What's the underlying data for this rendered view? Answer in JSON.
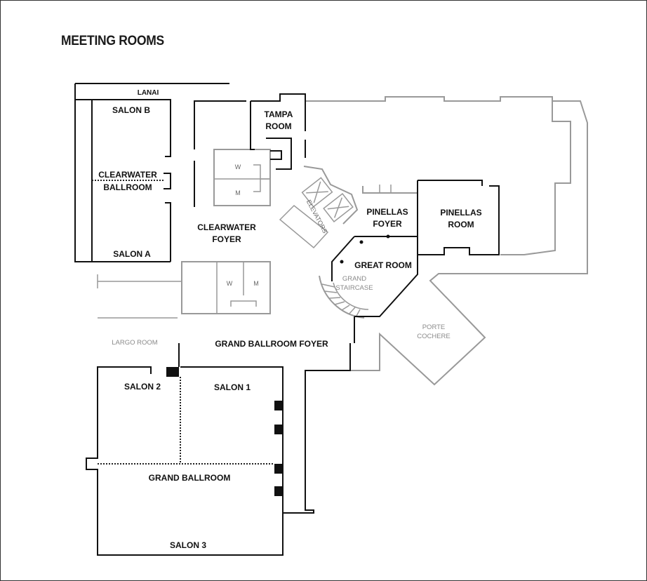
{
  "title": "MEETING ROOMS",
  "rooms": {
    "lanai": "LANAI",
    "salon_b": "SALON B",
    "clearwater_ballroom_1": "CLEARWATER",
    "clearwater_ballroom_2": "BALLROOM",
    "salon_a": "SALON A",
    "tampa_room_1": "TAMPA",
    "tampa_room_2": "ROOM",
    "restroom_w": "W",
    "restroom_m": "M",
    "elevators": "ELEVATORS",
    "clearwater_foyer_1": "CLEARWATER",
    "clearwater_foyer_2": "FOYER",
    "pinellas_foyer_1": "PINELLAS",
    "pinellas_foyer_2": "FOYER",
    "pinellas_room_1": "PINELLAS",
    "pinellas_room_2": "ROOM",
    "great_room": "GREAT ROOM",
    "grand_staircase_1": "GRAND",
    "grand_staircase_2": "STAIRCASE",
    "porte_cochere_1": "PORTE",
    "porte_cochere_2": "COCHERE",
    "largo_room": "LARGO ROOM",
    "grand_ballroom_foyer": "GRAND BALLROOM FOYER",
    "salon_2": "SALON 2",
    "salon_1": "SALON 1",
    "grand_ballroom": "GRAND BALLROOM",
    "salon_3": "SALON 3"
  },
  "colors": {
    "wall": "#111111",
    "secondary_wall": "#999999",
    "background": "#ffffff"
  }
}
